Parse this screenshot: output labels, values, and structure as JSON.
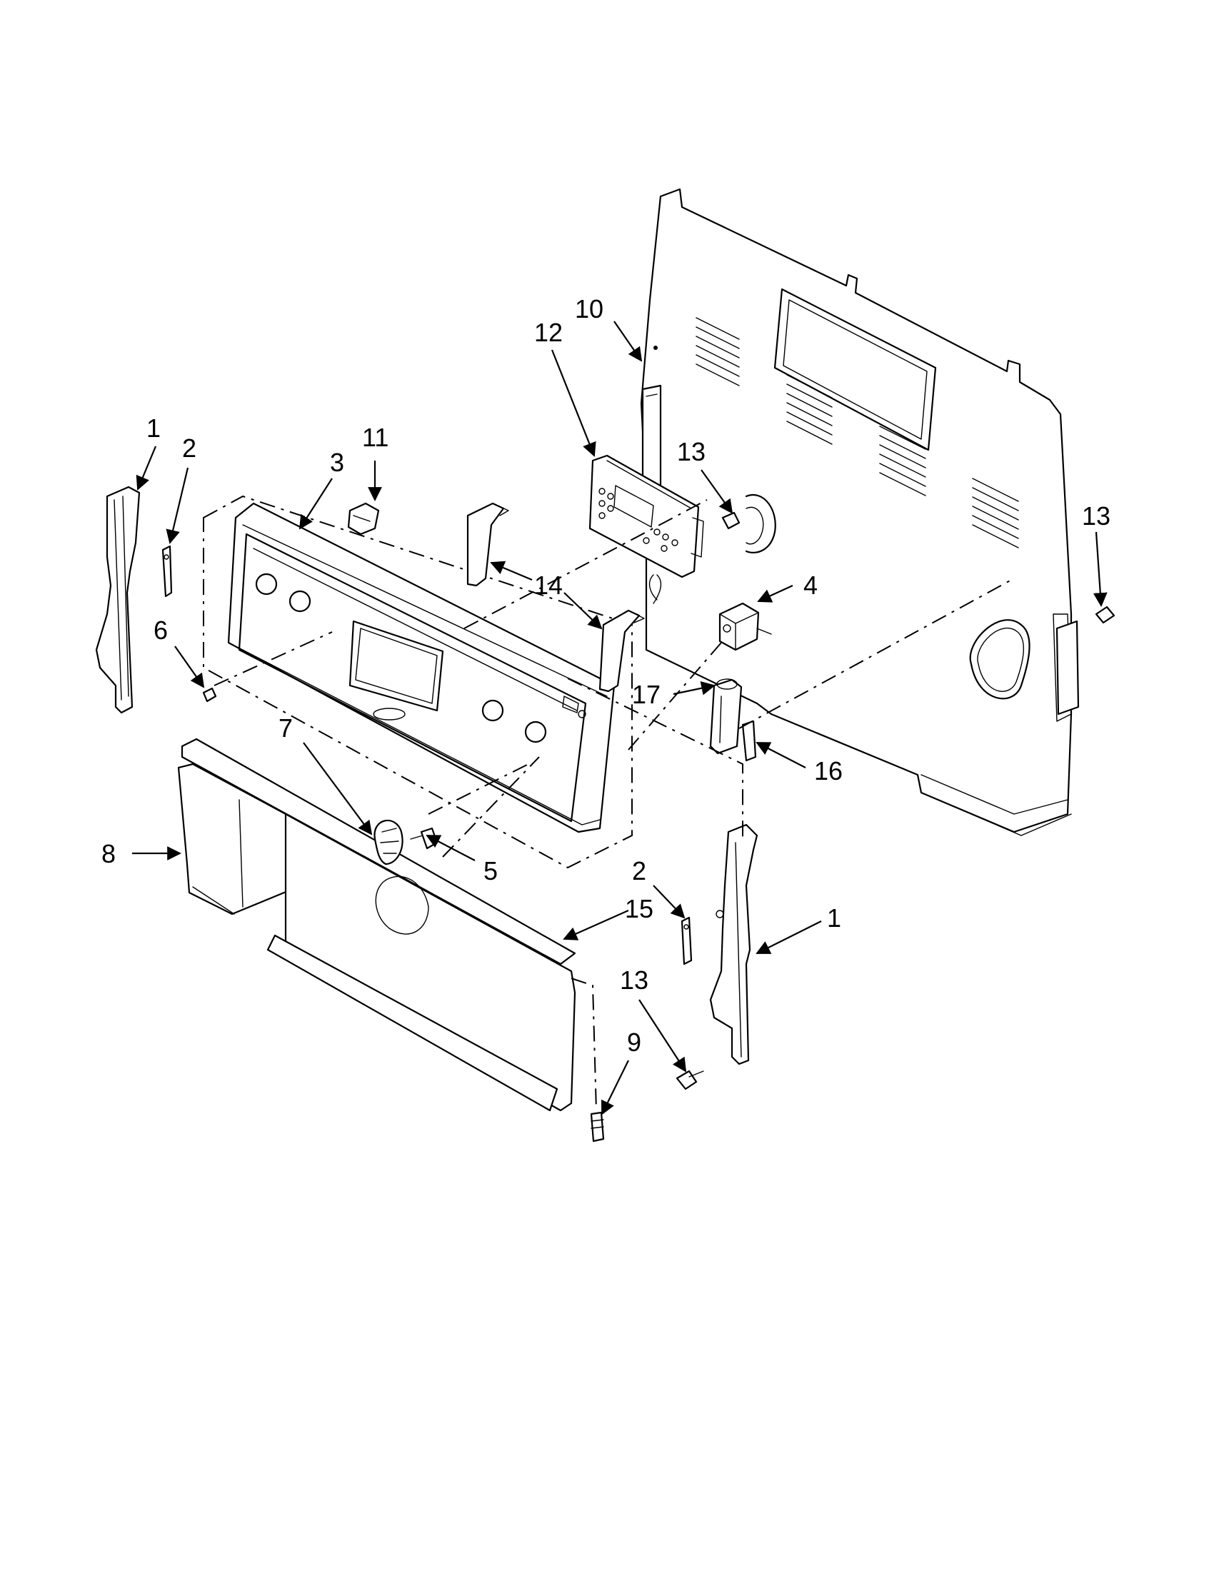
{
  "callouts": {
    "c1a": "1",
    "c2a": "2",
    "c3": "3",
    "c11": "11",
    "c12": "12",
    "c10": "10",
    "c13a": "13",
    "c13b": "13",
    "c14": "14",
    "c4": "4",
    "c6": "6",
    "c17": "17",
    "c16": "16",
    "c7": "7",
    "c5": "5",
    "c8": "8",
    "c2b": "2",
    "c15": "15",
    "c1b": "1",
    "c13c": "13",
    "c9": "9"
  }
}
